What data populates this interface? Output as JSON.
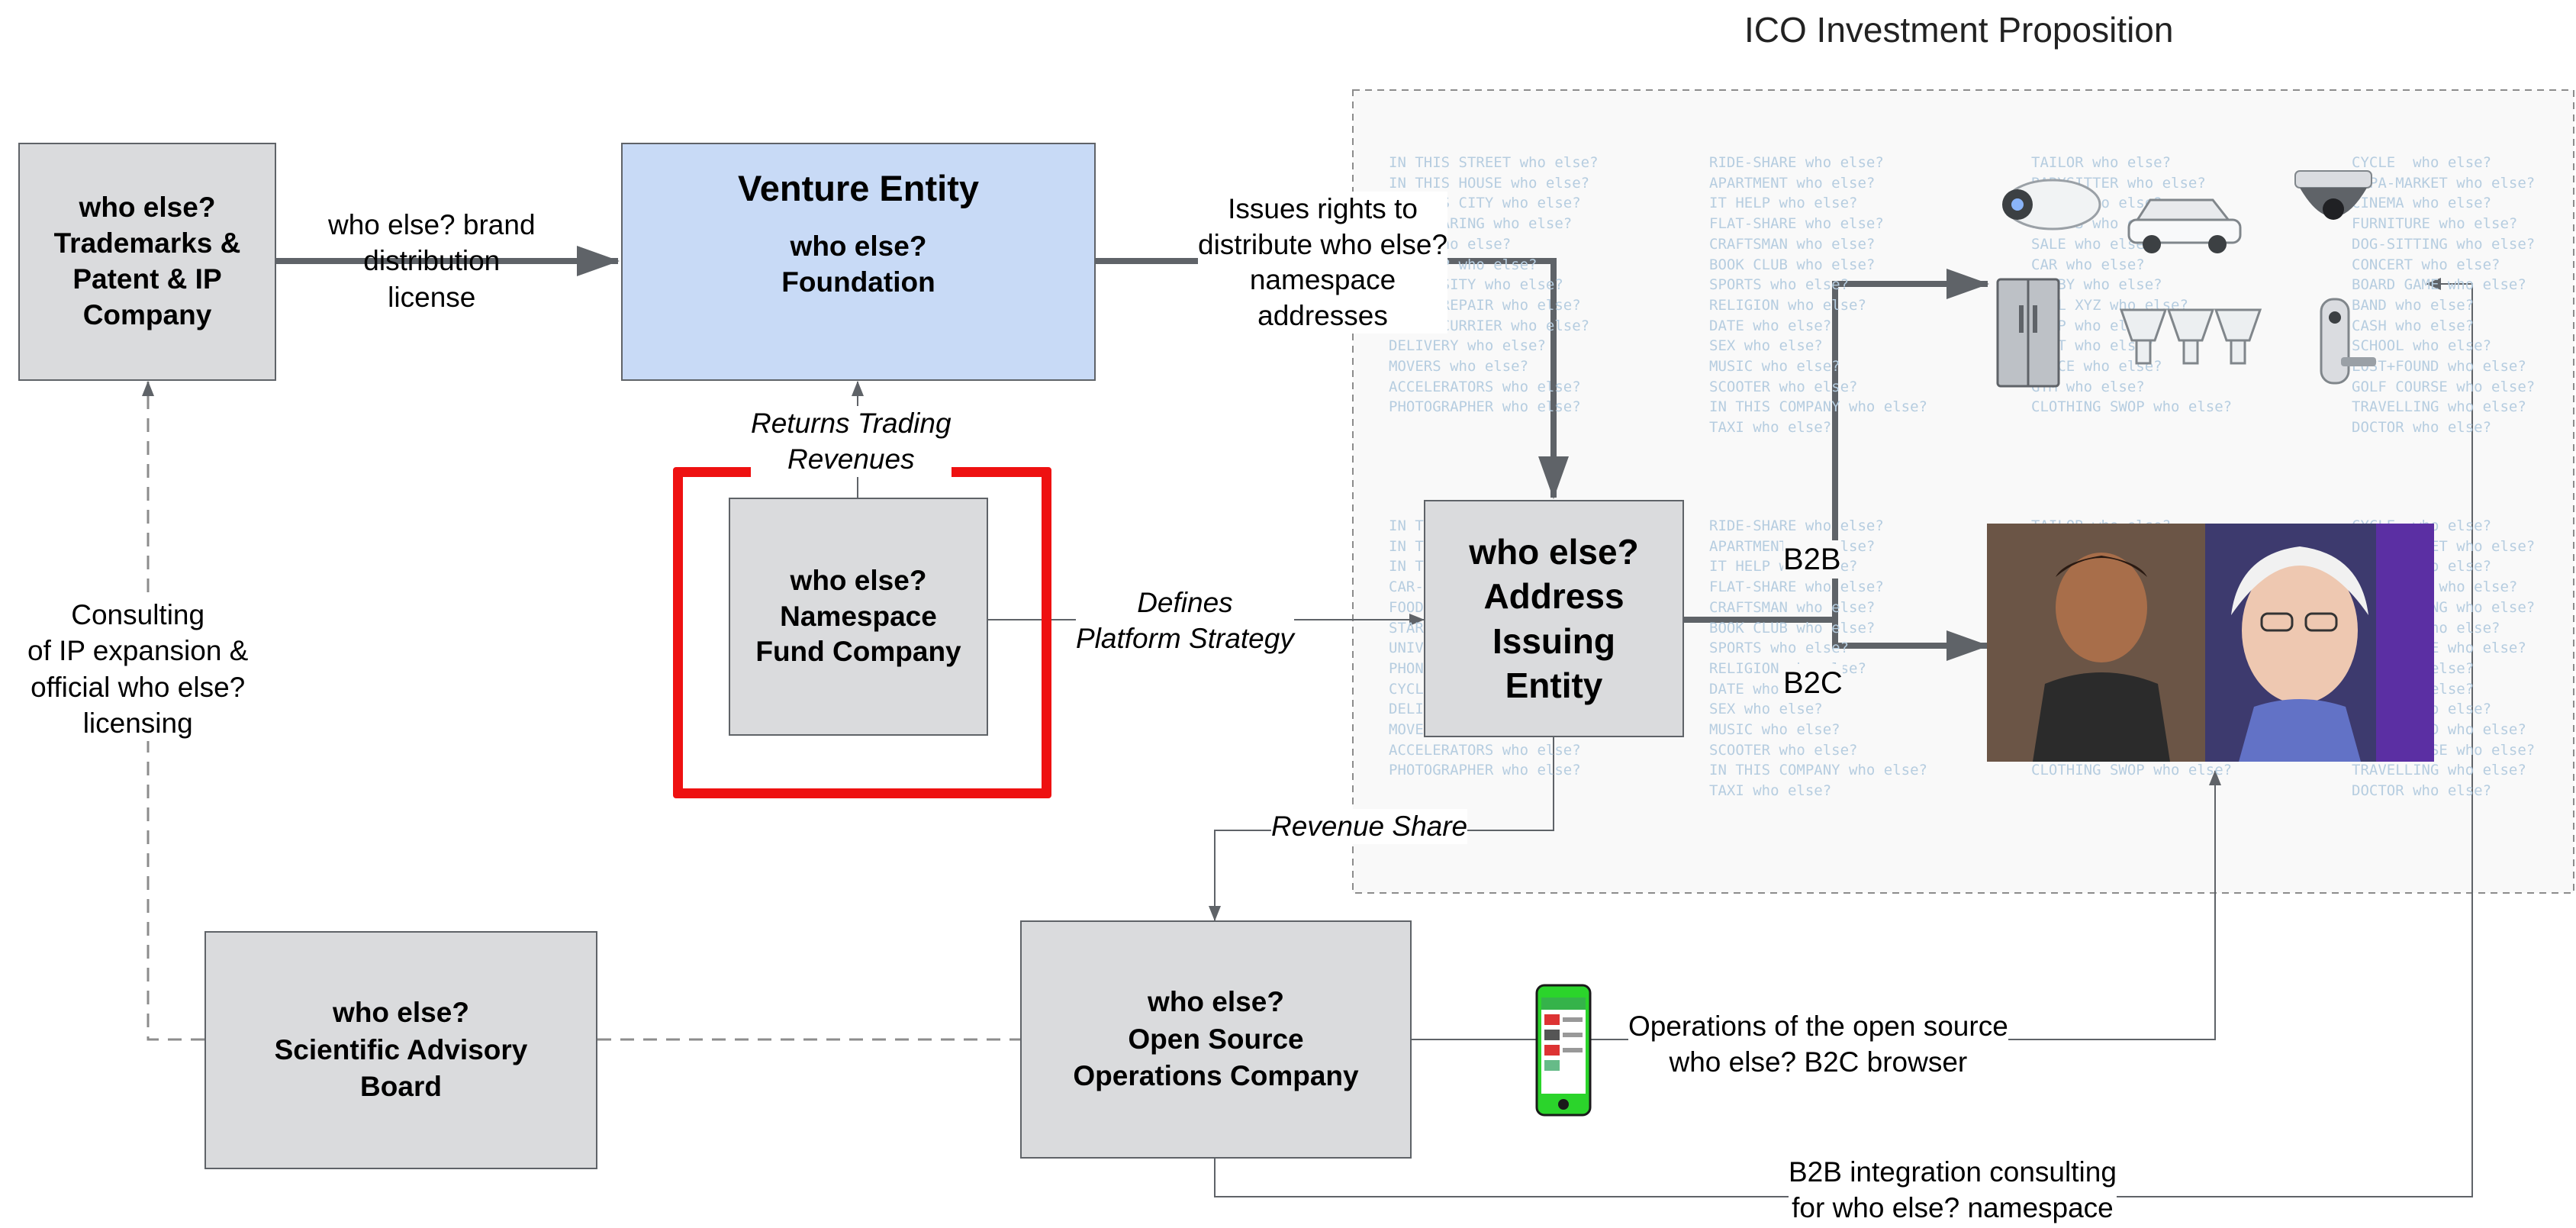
{
  "title": "ICO Investment Proposition",
  "boxes": {
    "trademarks": [
      "who else?",
      "Trademarks &",
      "Patent & IP",
      "Company"
    ],
    "venture_heading": "Venture Entity",
    "venture": [
      "who else?",
      "Foundation"
    ],
    "namespace_fund": [
      "who else?",
      "Namespace",
      "Fund Company"
    ],
    "address_issuing": [
      "who else?",
      "Address",
      "Issuing",
      "Entity"
    ],
    "scientific": [
      "who else?",
      "Scientific Advisory",
      "Board"
    ],
    "open_source": [
      "who else?",
      "Open Source",
      "Operations Company"
    ]
  },
  "edge_labels": {
    "brand_license": [
      "who else? brand",
      "distribution",
      "license"
    ],
    "issues_rights": [
      "Issues rights to",
      "distribute who else?",
      "namespace",
      "addresses"
    ],
    "returns_trading": [
      "Returns Trading",
      "Revenues"
    ],
    "defines_platform": [
      "Defines",
      "Platform Strategy"
    ],
    "consulting": [
      "Consulting",
      "of IP expansion &",
      "official who else?",
      "licensing"
    ],
    "revenue_share": "Revenue Share",
    "b2b": "B2B",
    "b2c": "B2C",
    "operations": [
      "Operations of the open source",
      "who else? B2C browser"
    ],
    "b2b_integration": [
      "B2B integration consulting",
      "for who else? namespace"
    ]
  },
  "watermark_columns": [
    [
      "IN THIS STREET who else?",
      "IN THIS HOUSE who else?",
      "IN THIS CITY who else?",
      "CAR-SHARING who else?",
      "FOOD who else?",
      "STARTUP who else?",
      "UNIVERSITY who else?",
      "PHONE REPAIR who else?",
      "CYCLE CURRIER who else?",
      "DELIVERY who else?",
      "MOVERS who else?",
      "ACCELERATORS who else?",
      "PHOTOGRAPHER who else?"
    ],
    [
      "RIDE-SHARE who else?",
      "APARTMENT who else?",
      "IT HELP who else?",
      "FLAT-SHARE who else?",
      "CRAFTSMAN who else?",
      "BOOK CLUB who else?",
      "SPORTS who else?",
      "RELIGION who else?",
      "DATE who else?",
      "SEX who else?",
      "MUSIC who else?",
      "SCOOTER who else?",
      "IN THIS COMPANY who else?",
      "TAXI who else?"
    ],
    [
      "TAILOR who else?",
      "BABYSITTER who else?",
      "CLASS who else?",
      "EVENTS who else?",
      "SALE who else?",
      "CAR who else?",
      "HOBBY who else?",
      "CALL XYZ who else?",
      "SHOP who else?",
      "GIFT who else?",
      "SPACE who else?",
      "GYM who else?",
      "CLOTHING SWOP who else?"
    ],
    [
      "CYCLE  who else?",
      "SUPA-MARKET who else?",
      "CINEMA who else?",
      "FURNITURE who else?",
      "DOG-SITTING who else?",
      "CONCERT who else?",
      "BOARD GAME who else?",
      "BAND who else?",
      "CASH who else?",
      "SCHOOL who else?",
      "LOST+FOUND who else?",
      "GOLF COURSE who else?",
      "TRAVELLING who else?",
      "DOCTOR who else?"
    ]
  ],
  "colors": {
    "box_grey": "#dadbdd",
    "box_blue": "#c8daf6",
    "highlight": "#ee1111",
    "arrow": "#5f6368",
    "watermark": "#b6cde0"
  }
}
